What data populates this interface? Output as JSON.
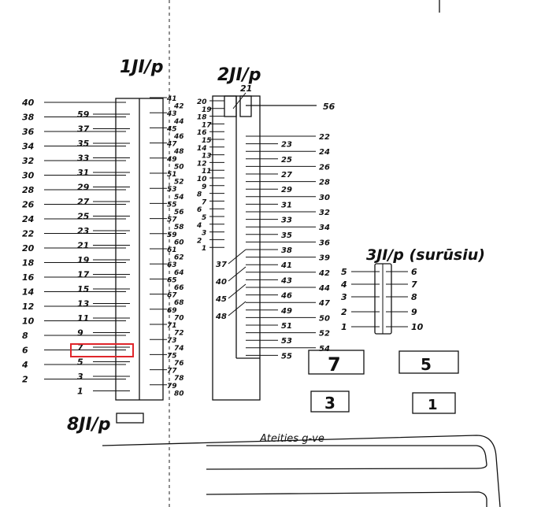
{
  "connector_1": {
    "title": "1JI/p",
    "left_outer_labels": [
      "40",
      "38",
      "36",
      "34",
      "32",
      "30",
      "28",
      "26",
      "24",
      "22",
      "20",
      "18",
      "16",
      "14",
      "12",
      "10",
      "8",
      "6",
      "4",
      "2"
    ],
    "left_inner_labels": [
      "59",
      "37",
      "35",
      "33",
      "31",
      "29",
      "27",
      "25",
      "23",
      "21",
      "19",
      "17",
      "15",
      "13",
      "11",
      "9",
      "7",
      "5",
      "3",
      "1"
    ],
    "right_labels": [
      "41",
      "42",
      "43",
      "44",
      "45",
      "46",
      "47",
      "48",
      "49",
      "50",
      "51",
      "52",
      "53",
      "54",
      "55",
      "56",
      "57",
      "58",
      "59",
      "60",
      "61",
      "62",
      "63",
      "64",
      "65",
      "66",
      "67",
      "68",
      "69",
      "70",
      "71",
      "72",
      "73",
      "74",
      "75",
      "76",
      "77",
      "78",
      "79",
      "80"
    ]
  },
  "connector_2": {
    "title": "2JI/p",
    "top_label": "21",
    "top_right_label": "56",
    "left_labels": [
      "20",
      "19",
      "18",
      "17",
      "16",
      "15",
      "14",
      "13",
      "12",
      "11",
      "10",
      "9",
      "8",
      "7",
      "6",
      "5",
      "4",
      "3",
      "2",
      "1"
    ],
    "right_labels": [
      "22",
      "23",
      "24",
      "25",
      "26",
      "27",
      "28",
      "29",
      "30",
      "31",
      "32",
      "33",
      "34",
      "35",
      "36",
      "38",
      "39",
      "41",
      "42",
      "43",
      "44",
      "46",
      "47",
      "49",
      "50",
      "51",
      "52",
      "53",
      "54",
      "55"
    ],
    "inner_labels": [
      "37",
      "40",
      "45",
      "48"
    ]
  },
  "connector_3": {
    "title": "3JI/p (surūsiu)",
    "left_labels": [
      "5",
      "4",
      "3",
      "2",
      "1"
    ],
    "right_labels": [
      "6",
      "7",
      "8",
      "9",
      "10"
    ]
  },
  "connector_8": {
    "title": "8JI/p"
  },
  "blocks": [
    "7",
    "5",
    "3",
    "1"
  ],
  "street_label": "Ateities g-ve",
  "highlight": {
    "label": "7",
    "color": "#e0262b"
  }
}
